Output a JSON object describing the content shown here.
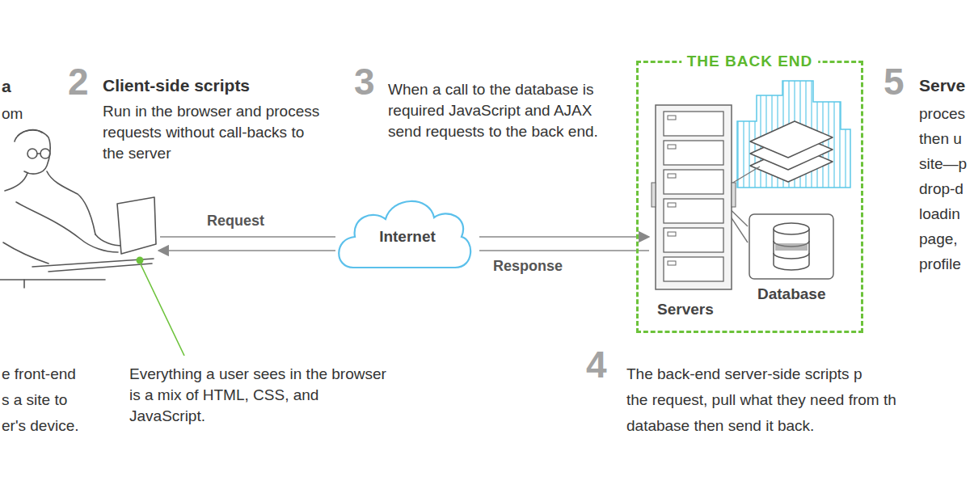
{
  "diagram": {
    "nodes": [
      {
        "text": [
          "THE BACK END"
        ]
      },
      {
        "text": [
          "Servers"
        ],
        "in": 0
      },
      {
        "text": [
          "Database"
        ],
        "in": 0
      },
      {
        "text": [
          "Internet"
        ]
      }
    ],
    "edges": [
      {
        "from": 3,
        "to": 1,
        "arrow": "to"
      },
      {
        "from": 1,
        "to": 3,
        "arrow": "none"
      }
    ],
    "labels": [
      "a",
      "om",
      "2",
      "Client-side scripts",
      "Run in the browser and process requests without call-backs to the server",
      "3",
      "When a call to the database is required JavaScript and AJAX send requests to the back end.",
      "Request",
      "Response",
      "5",
      "Serve",
      "proces",
      "then u",
      "site—p",
      "drop-d",
      "loadin",
      "page,",
      "profile",
      "e front-end",
      "s a site to",
      "er's device.",
      "Everything a user sees in the browser is a mix of HTML, CSS, and JavaScript.",
      "4",
      "The back-end server-side scripts p",
      "the request, pull what they need from th",
      "database then send it back."
    ]
  }
}
